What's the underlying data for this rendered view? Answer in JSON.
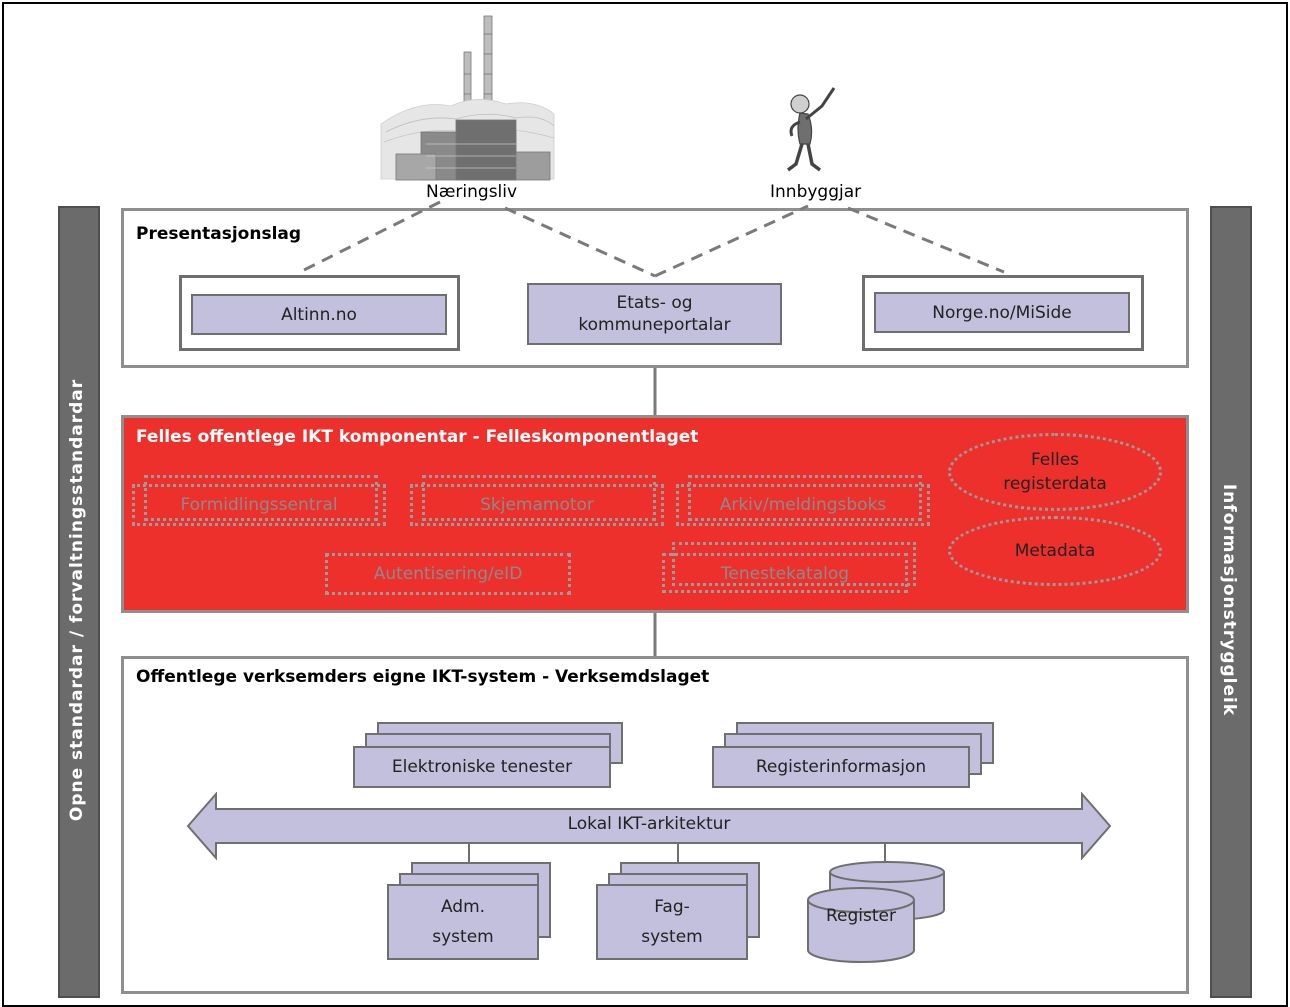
{
  "actors": {
    "business": "Næringsliv",
    "citizen": "Innbyggjar"
  },
  "left_bar": "Opne standardar / forvaltningsstandardar",
  "right_bar": "Informasjonstryggleik",
  "presentation": {
    "title": "Presentasjonslag",
    "altinn": "Altinn.no",
    "portals": "Etats- og\nkommuneportalar",
    "norge": "Norge.no/MiSide"
  },
  "common": {
    "title": "Felles offentlege IKT komponentar - Felleskomponentlaget",
    "components": [
      "Formidlingssentral",
      "Skjemamotor",
      "Arkiv/meldingsboks",
      "Autentisering/eID",
      "Tenestekatalog"
    ],
    "registry": "Felles\nregisterdata",
    "metadata": "Metadata"
  },
  "enterprise": {
    "title": "Offentlege verksemders eigne IKT-system - Verksemdslaget",
    "services": "Elektroniske tenester",
    "register_info": "Registerinformasjon",
    "architecture": "Lokal IKT-arkitektur",
    "adm": "Adm.\nsystem",
    "fag": "Fag-\nsystem",
    "register": "Register"
  },
  "colors": {
    "lavender": "#c2c0dc",
    "red": "#ee302c",
    "gray_bar": "#6b6b6b"
  }
}
